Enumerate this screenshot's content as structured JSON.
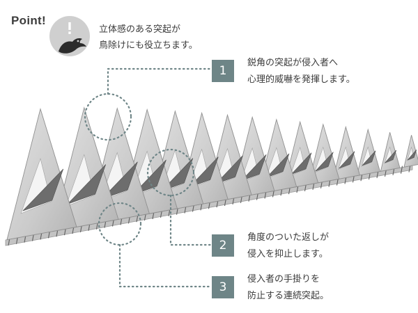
{
  "header": {
    "title": "Point!",
    "icon": "bird-warning-icon",
    "intro_lines": [
      "立体感のある突起が",
      "鳥除けにも役立ちます。"
    ]
  },
  "callouts": [
    {
      "number": "1",
      "lines": [
        "鋭角の突起が侵入者へ",
        "心理的威嚇を発揮します。"
      ]
    },
    {
      "number": "2",
      "lines": [
        "角度のついた返しが",
        "侵入を抑止します。"
      ]
    },
    {
      "number": "3",
      "lines": [
        "侵入者の手掛りを",
        "防止する連続突起。"
      ]
    }
  ],
  "colors": {
    "badge": "#6e8587",
    "dotted_line": "#6e8587",
    "metal_light": "#d9d9d9",
    "metal_mid": "#c3c3c3",
    "metal_dark": "#6d6d6d"
  }
}
